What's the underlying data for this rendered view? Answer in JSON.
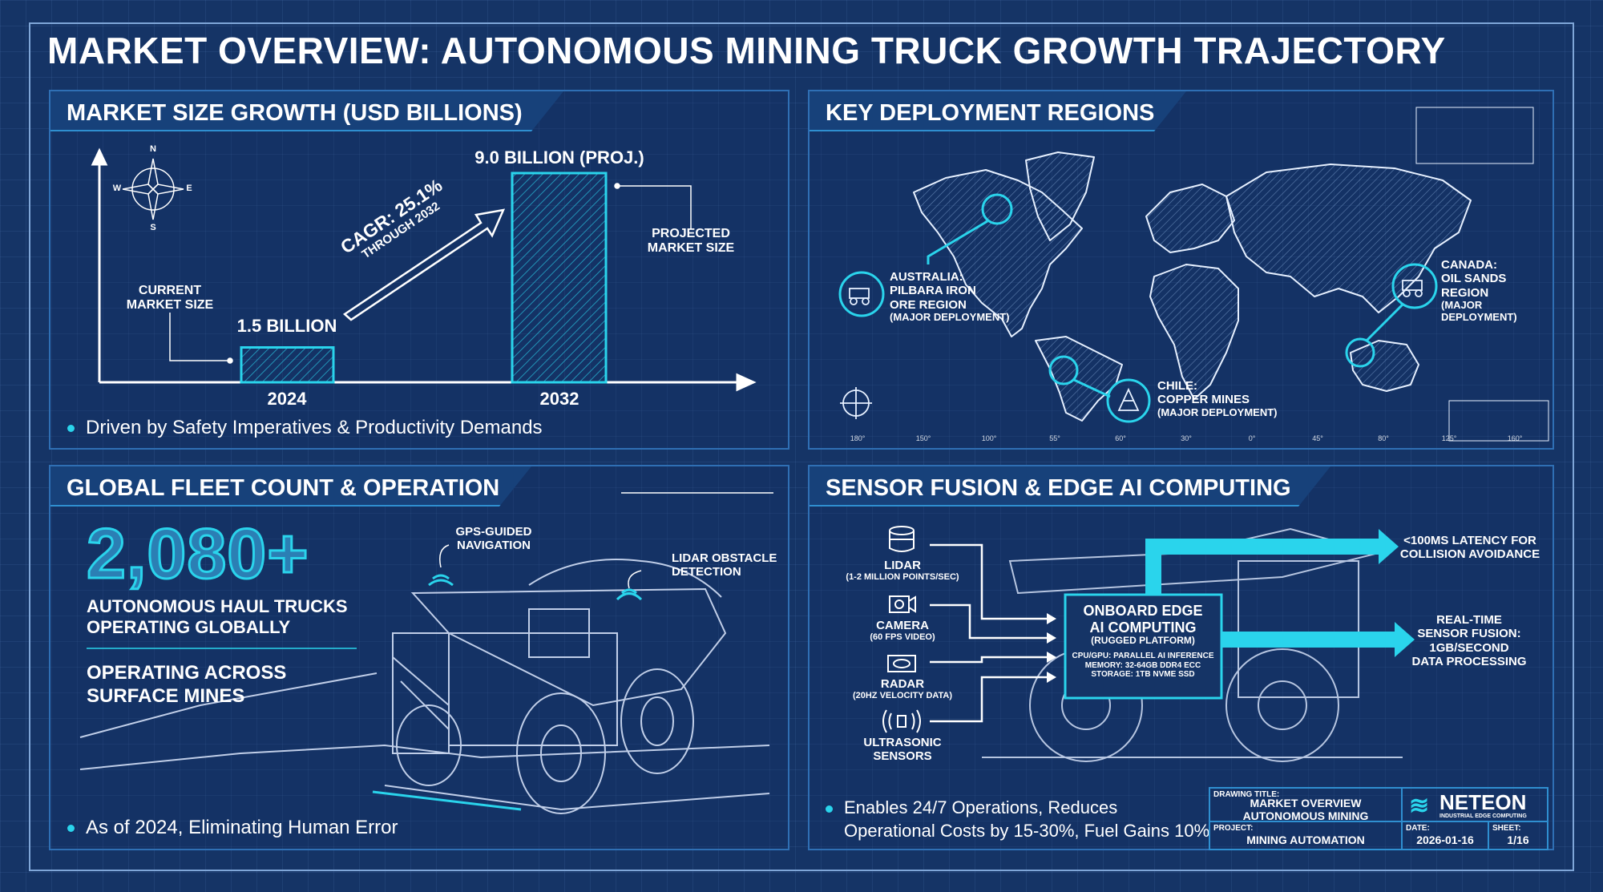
{
  "title": "MARKET OVERVIEW: AUTONOMOUS MINING TRUCK GROWTH TRAJECTORY",
  "colors": {
    "background": "#153466",
    "accent": "#2ad4ec",
    "line": "#ffffff"
  },
  "market": {
    "heading": "MARKET SIZE GROWTH (USD BILLIONS)",
    "current_label": "CURRENT MARKET SIZE",
    "projected_label": "PROJECTED MARKET SIZE",
    "bar1_label": "1.5 BILLION",
    "bar2_label": "9.0 BILLION (PROJ.)",
    "cagr": "CAGR: 25.1%",
    "cagr_sub": "THROUGH 2032",
    "bullet": "Driven by Safety Imperatives & Productivity Demands",
    "compass": {
      "n": "N",
      "s": "S",
      "e": "E",
      "w": "W"
    }
  },
  "chart_data": {
    "type": "bar",
    "categories": [
      "2024",
      "2032"
    ],
    "values": [
      1.5,
      9.0
    ],
    "title": "MARKET SIZE GROWTH (USD BILLIONS)",
    "xlabel": "",
    "ylabel": "USD Billions",
    "ylim": [
      0,
      9.5
    ]
  },
  "regions": {
    "heading": "KEY DEPLOYMENT REGIONS",
    "australia": [
      "AUSTRALIA:",
      "PILBARA IRON",
      "ORE REGION",
      "(MAJOR DEPLOYMENT)"
    ],
    "canada": [
      "CANADA:",
      "OIL SANDS",
      "REGION",
      "(MAJOR",
      "DEPLOYMENT)"
    ],
    "chile": [
      "CHILE:",
      "COPPER MINES",
      "(MAJOR DEPLOYMENT)"
    ],
    "lon_ticks": [
      "180°",
      "150°",
      "100°",
      "55°",
      "60°",
      "30°",
      "0°",
      "45°",
      "80°",
      "125°",
      "160°"
    ]
  },
  "fleet": {
    "heading": "GLOBAL FLEET COUNT & OPERATION",
    "count": "2,080+",
    "line1": "AUTONOMOUS HAUL TRUCKS",
    "line2": "OPERATING GLOBALLY",
    "line3": "OPERATING ACROSS",
    "line4": "SURFACE MINES",
    "gps": [
      "GPS-GUIDED",
      "NAVIGATION"
    ],
    "lidar": [
      "LIDAR OBSTACLE",
      "DETECTION"
    ],
    "bullet": "As of 2024, Eliminating Human Error"
  },
  "sensors": {
    "heading": "SENSOR FUSION & EDGE AI COMPUTING",
    "items": [
      {
        "name": "LIDAR",
        "sub": "(1-2 Million Points/sec)"
      },
      {
        "name": "CAMERA",
        "sub": "(60 FPS Video)"
      },
      {
        "name": "RADAR",
        "sub": "(20Hz Velocity Data)"
      },
      {
        "name": "ULTRASONIC",
        "sub": "SENSORS"
      }
    ],
    "box": {
      "l1": "ONBOARD EDGE",
      "l2": "AI COMPUTING",
      "l3": "(RUGGED PLATFORM)",
      "s1": "CPU/GPU: PARALLEL AI INFERENCE",
      "s2": "MEMORY: 32-64GB DDR4 ECC",
      "s3": "STORAGE: 1TB NVMe SSD"
    },
    "out1": [
      "<100ms LATENCY FOR",
      "COLLISION AVOIDANCE"
    ],
    "out2": [
      "REAL-TIME",
      "SENSOR FUSION:",
      "1GB/SECOND",
      "DATA PROCESSING"
    ],
    "bullet1": "Enables 24/7 Operations, Reduces",
    "bullet2": "Operational Costs by 15-30%, Fuel Gains 10%"
  },
  "titleblock": {
    "drawing_title_key": "DRAWING TITLE:",
    "drawing_title_1": "MARKET OVERVIEW",
    "drawing_title_2": "AUTONOMOUS MINING",
    "project_key": "PROJECT:",
    "project": "MINING AUTOMATION",
    "date_key": "DATE:",
    "date": "2026-01-16",
    "sheet_key": "SHEET:",
    "sheet": "1/16",
    "brand": "NETEON",
    "brand_sub": "INDUSTRIAL EDGE COMPUTING"
  }
}
